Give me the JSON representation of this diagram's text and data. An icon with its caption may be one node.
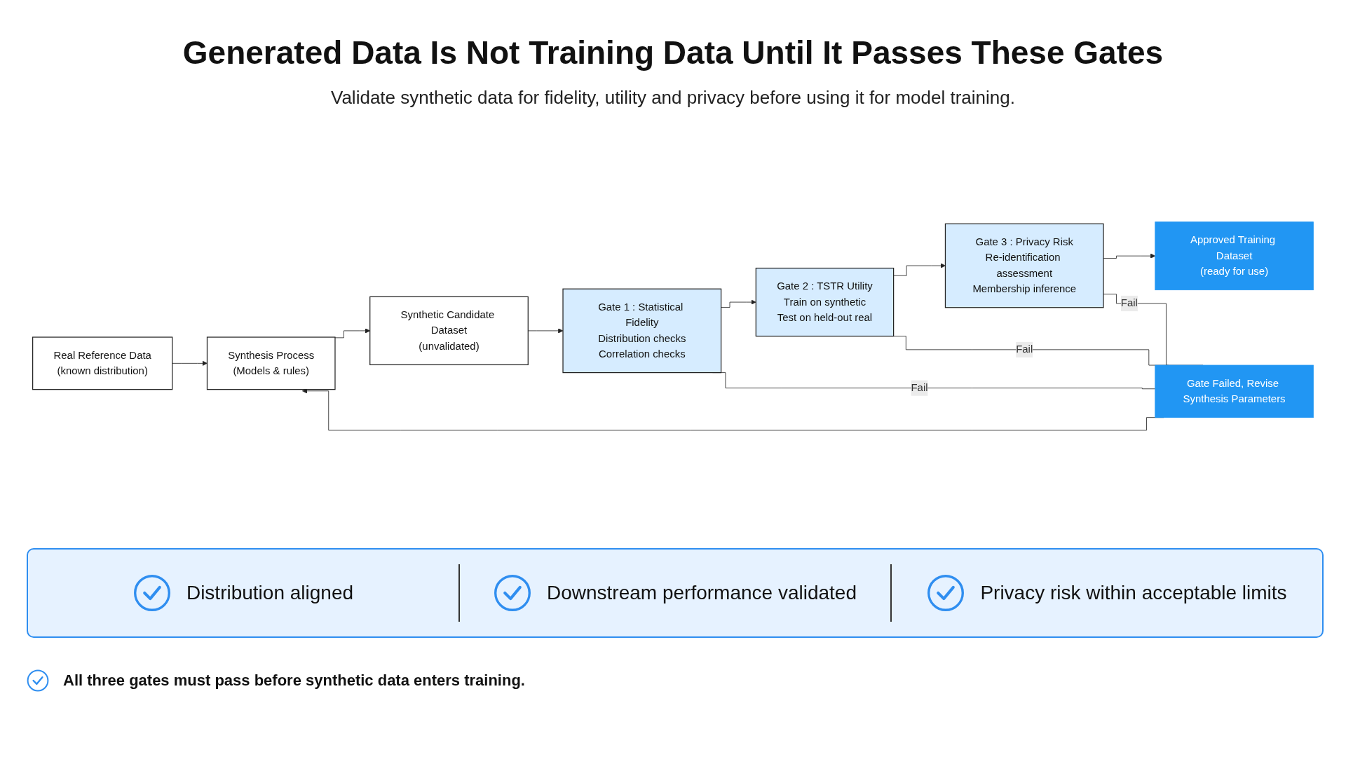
{
  "diagram": {
    "title": "Generated Data Is Not Training Data Until It Passes These Gates",
    "caption": "Validate synthetic data for fidelity, utility and privacy before using it for model training.",
    "nodes": [
      {
        "text": [
          "Real Reference Data",
          "(known distribution)"
        ]
      },
      {
        "text": [
          "Synthesis Process",
          "(Models & rules)"
        ]
      },
      {
        "text": [
          "Synthetic Candidate Dataset",
          "(unvalidated)"
        ]
      },
      {
        "text": [
          "Gate 1 : Statistical Fidelity",
          "Distribution checks",
          "Correlation checks"
        ]
      },
      {
        "text": [
          "Gate 2 : TSTR Utility",
          "Train on synthetic",
          "Test on held-out real"
        ]
      },
      {
        "text": [
          "Gate 3 : Privacy Risk",
          "Re-identification assessment",
          "Membership inference"
        ]
      },
      {
        "text": [
          "Approved Training Dataset",
          "(ready for use)"
        ]
      },
      {
        "text": [
          "Gate Failed, Revise Synthesis Parameters"
        ]
      }
    ],
    "edges": [
      {
        "from": 0,
        "to": 1,
        "arrow": "to"
      },
      {
        "from": 1,
        "to": 2,
        "arrow": "to"
      },
      {
        "from": 2,
        "to": 3,
        "arrow": "to"
      },
      {
        "from": 3,
        "to": 4,
        "arrow": "to"
      },
      {
        "from": 4,
        "to": 5,
        "arrow": "to"
      },
      {
        "from": 5,
        "to": 6,
        "arrow": "to"
      },
      {
        "from": 3,
        "to": 7,
        "label": "Fail",
        "arrow": "none"
      },
      {
        "from": 4,
        "to": 7,
        "label": "Fail",
        "arrow": "none"
      },
      {
        "from": 5,
        "to": 7,
        "label": "Fail",
        "arrow": "none"
      },
      {
        "from": 7,
        "to": 1,
        "arrow": "to"
      }
    ],
    "labels": [
      "Distribution aligned",
      "Downstream performance validated",
      "Privacy risk within acceptable limits",
      "All three gates must pass before synthetic data enters training."
    ]
  }
}
